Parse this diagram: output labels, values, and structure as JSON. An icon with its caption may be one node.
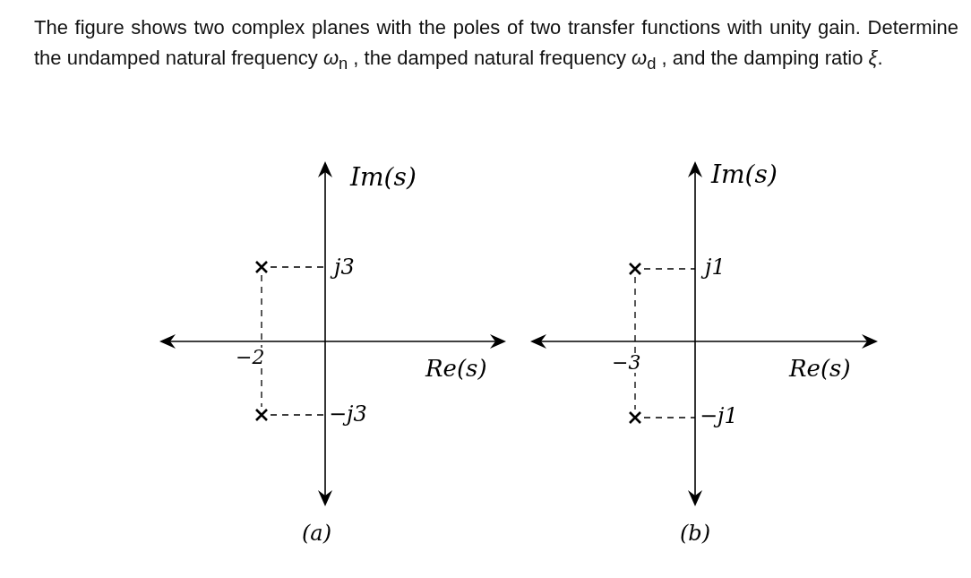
{
  "diagram": {
    "caption": "The figure shows two complex planes with the poles of two transfer functions with unity gain. Determine the undamped natural frequency *ω*$_{n}$ , the damped natural frequency *ω*$_{d}$ , and the damping ratio *ξ*.",
    "labels": [
      "Im(s)",
      "Im(s)",
      "j3",
      "j1",
      "−2",
      "Re(s)",
      "−3",
      "Re(s)",
      "−j3",
      "−j1",
      "(a)",
      "(b)"
    ]
  }
}
